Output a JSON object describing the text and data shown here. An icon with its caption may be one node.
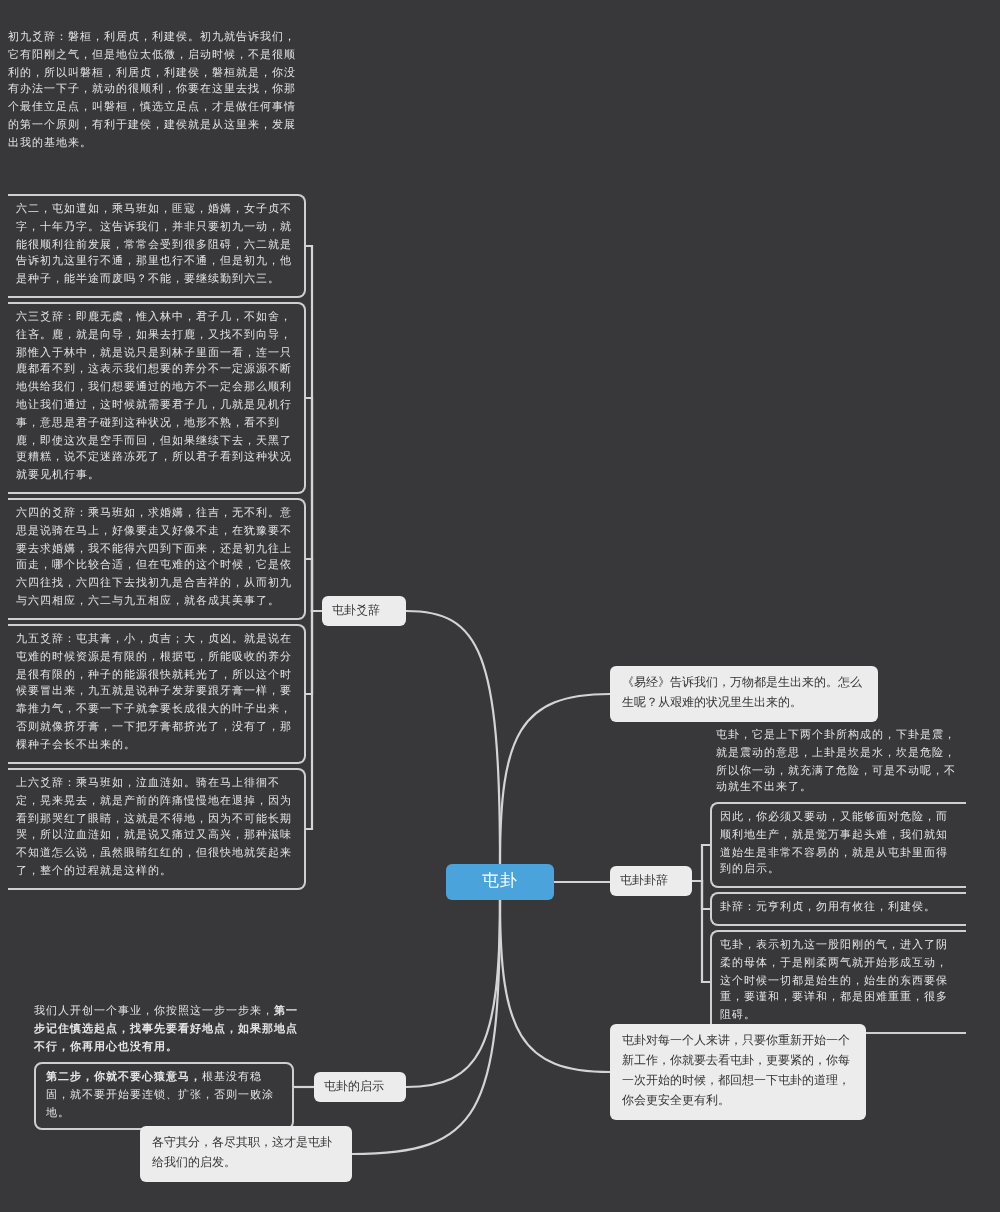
{
  "diagram": {
    "nodes": [
      {
        "text": [
          "屯卦"
        ]
      },
      {
        "text": [
          "屯卦爻辞"
        ]
      },
      {
        "text": [
          "六二，屯如邅如，乘马班如，匪寇，婚媾，女子贞不字，十年乃字。这告诉我们，并非只要初九一动，就能很顺利往前发展，常常会受到很多阻碍，六二就是告诉初九这里行不通，那里也行不通，但是初九，他是种子，能半途而废吗？不能，要继续勤到六三。"
        ]
      },
      {
        "text": [
          "六三爻辞：即鹿无虞，惟入林中，君子几，不如舍，往吝。鹿，就是向导，如果去打鹿，又找不到向导，那惟入于林中，就是说只是到林子里面一看，连一只鹿都看不到，这表示我们想要的养分不一定源源不断地供给我们，我们想要通过的地方不一定会那么顺利地让我们通过，这时候就需要君子几，几就是见机行事，意思是君子碰到这种状况，地形不熟，看不到鹿，即使这次是空手而回，但如果继续下去，天黑了更糟糕，说不定迷路冻死了，所以君子看到这种状况就要见机行事。"
        ]
      },
      {
        "text": [
          "六四的爻辞：乘马班如，求婚媾，往吉，无不利。意思是说骑在马上，好像要走又好像不走，在犹豫要不要去求婚媾，我不能得六四到下面来，还是初九往上面走，哪个比较合适，但在屯难的这个时候，它是依六四往找，六四往下去找初九是合吉祥的，从而初九与六四相应，六二与九五相应，就各成其美事了。"
        ]
      },
      {
        "text": [
          "九五爻辞：屯其膏，小，贞吉；大，贞凶。就是说在屯难的时候资源是有限的，根据屯，所能吸收的养分是很有限的，种子的能源很快就耗光了，所以这个时候要冒出来，九五就是说种子发芽要跟牙膏一样，要靠推力气，不要一下子就拿要长成很大的叶子出来，否则就像挤牙膏，一下把牙膏都挤光了，没有了，那棵种子会长不出来的。"
        ]
      },
      {
        "text": [
          "上六爻辞：乘马班如，泣血涟如。骑在马上徘徊不定，晃来晃去，就是产前的阵痛慢慢地在退掉，因为看到那哭红了眼睛，这就是不得地，因为不可能长期哭，所以泣血涟如，就是说又痛过又高兴，那种滋味不知道怎么说，虽然眼睛红红的，但很快地就笑起来了，整个的过程就是这样的。"
        ]
      },
      {
        "text": [
          "屯卦的启示"
        ]
      },
      {
        "text": [
          "**第二步，你就不要心猿意马，**根基没有稳固，就不要开始要连锁、扩张，否则一败涂地。"
        ]
      },
      {
        "text": [
          "各守其分，各尽其职，这才是屯卦给我们的启发。"
        ]
      },
      {
        "text": [
          "《易经》告诉我们，万物都是生出来的。怎么生呢？从艰难的状况里生出来的。"
        ]
      },
      {
        "text": [
          "屯卦卦辞"
        ]
      },
      {
        "text": [
          "因此，你必须又要动，又能够面对危险，而顺利地生产，就是觉万事起头难，我们就知道始生是非常不容易的，就是从屯卦里面得到的启示。"
        ]
      },
      {
        "text": [
          "卦辞：元亨利贞，勿用有攸往，利建侯。"
        ]
      },
      {
        "text": [
          "屯卦，表示初九这一股阳刚的气，进入了阴柔的母体，于是刚柔两气就开始形成互动，这个时候一切都是始生的，始生的东西要保重，要谨和，要详和，都是困难重重，很多阻碍。"
        ]
      },
      {
        "text": [
          "屯卦对每一个人来讲，只要你重新开始一个新工作，你就要去看屯卦，更要紧的，你每一次开始的时候，都回想一下屯卦的道理，你会更安全更有利。"
        ]
      }
    ],
    "edges": [
      {
        "from": 0,
        "to": 1,
        "arrow": "none"
      },
      {
        "from": 1,
        "to": 2,
        "arrow": "none"
      },
      {
        "from": 1,
        "to": 3,
        "arrow": "none"
      },
      {
        "from": 1,
        "to": 4,
        "arrow": "none"
      },
      {
        "from": 1,
        "to": 5,
        "arrow": "none"
      },
      {
        "from": 1,
        "to": 6,
        "arrow": "none"
      },
      {
        "from": 0,
        "to": 7,
        "arrow": "none"
      },
      {
        "from": 7,
        "to": 8,
        "arrow": "none"
      },
      {
        "from": 0,
        "to": 9,
        "arrow": "none"
      },
      {
        "from": 0,
        "to": 10,
        "arrow": "none"
      },
      {
        "from": 0,
        "to": 11,
        "arrow": "none"
      },
      {
        "from": 11,
        "to": 12,
        "arrow": "none"
      },
      {
        "from": 11,
        "to": 13,
        "arrow": "none"
      },
      {
        "from": 11,
        "to": 14,
        "arrow": "none"
      },
      {
        "from": 0,
        "to": 15,
        "arrow": "none"
      }
    ],
    "labels": [
      "初九爻辞：磐桓，利居贞，利建侯。初九就告诉我们，它有阳刚之气，但是地位太低微，启动时候，不是很顺利的，所以叫磐桓，利居贞，利建侯，磐桓就是，你没有办法一下子，就动的很顺利，你要在这里去找，你那个最佳立足点，叫磐桓，慎选立足点，才是做任何事情的第一个原则，有利于建侯，建侯就是从这里来，发展出我的基地来。",
      "我们人开创一个事业，你按照这一步一步来，**第一步记住慎选起点，找事先要看好地点，如果那地点不行，你再用心也没有用。**",
      "屯卦，它是上下两个卦所构成的，下卦是震，就是震动的意思，上卦是坎是水，坎是危险，所以你一动，就充满了危险，可是不动呢，不动就生不出来了。"
    ]
  }
}
